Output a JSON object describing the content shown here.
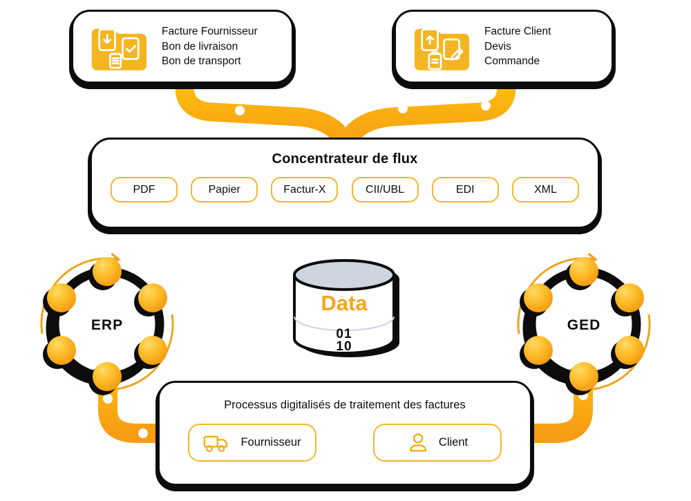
{
  "colors": {
    "yellow": "#F9A51B",
    "yellow_light": "#FFC30D",
    "yellow_deep": "#F79C15",
    "ink": "#0C0C0C",
    "pill_border": "#F6B52E",
    "cylinder_top": "#CDD5E1",
    "data_label": "#F6A51C"
  },
  "sources_supplier": {
    "icon": "folder-documents-download-icon",
    "lines": [
      "Facture Fournisseur",
      "Bon de livraison",
      "Bon de transport"
    ]
  },
  "sources_client": {
    "icon": "folder-documents-upload-icon",
    "lines": [
      "Facture Client",
      "Devis",
      "Commande"
    ]
  },
  "concentrator": {
    "title": "Concentrateur de flux",
    "formats": [
      "PDF",
      "Papier",
      "Factur-X",
      "CII/UBL",
      "EDI",
      "XML"
    ]
  },
  "database": {
    "label": "Data",
    "binary": [
      "01",
      "10"
    ]
  },
  "erp": {
    "label": "ERP"
  },
  "ged": {
    "label": "GED"
  },
  "process": {
    "title": "Processus digitalisés de traitement des factures",
    "supplier_label": "Fournisseur",
    "client_label": "Client"
  }
}
